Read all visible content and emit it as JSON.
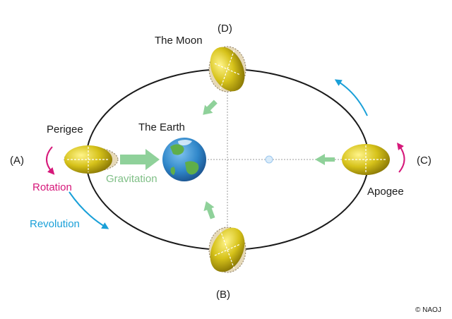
{
  "labels": {
    "moon": "The Moon",
    "earth": "The Earth",
    "perigee": "Perigee",
    "apogee": "Apogee",
    "gravitation": "Gravitation",
    "rotation": "Rotation",
    "revolution": "Revolution",
    "pos_a": "(A)",
    "pos_b": "(B)",
    "pos_c": "(C)",
    "pos_d": "(D)",
    "credit": "© NAOJ"
  },
  "colors": {
    "orbit": "#1a1a1a",
    "moon_fill": "#d6c21a",
    "moon_shadow": "#e6d9b8",
    "gravitation_arrow": "#8fd19a",
    "gravitation_text": "#7fbf86",
    "rotation": "#d6187a",
    "revolution": "#1aa0d8",
    "earth_ocean": "#2f86c9",
    "earth_land": "#5fae4a"
  },
  "icons": {
    "earth": "earth-globe-icon",
    "moon": "moon-icon",
    "focus": "empty-focus-icon"
  }
}
